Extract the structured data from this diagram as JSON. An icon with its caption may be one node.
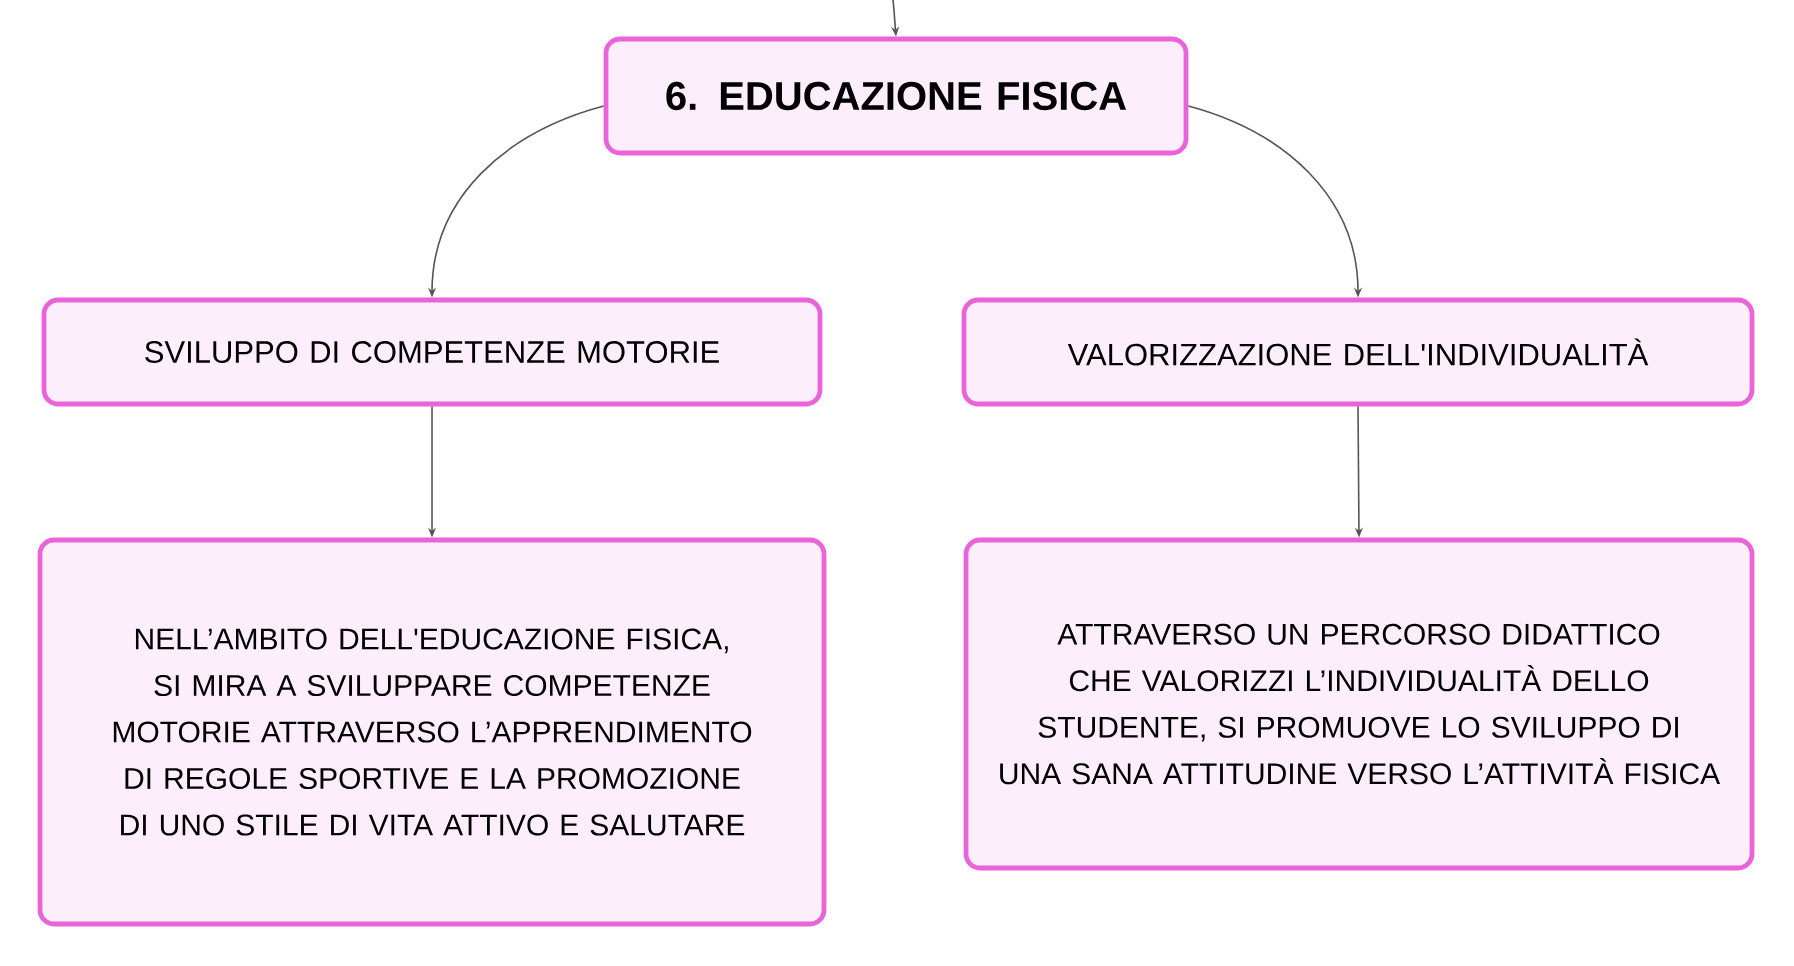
{
  "diagram": {
    "nodes": [
      {
        "text": [
          "6. EDUCAZIONE FISICA"
        ]
      },
      {
        "text": [
          "SVILUPPO DI COMPETENZE MOTORIE"
        ]
      },
      {
        "text": [
          "VALORIZZAZIONE DELL'INDIVIDUALITÀ"
        ]
      },
      {
        "text": [
          "NELL’AMBITO DELL'EDUCAZIONE FISICA, SI MIRA A SVILUPPARE COMPETENZE MOTORIE ATTRAVERSO L’APPRENDIMENTO DI REGOLE SPORTIVE E LA PROMOZIONE DI UNO STILE DI VITA ATTIVO E SALUTARE"
        ]
      },
      {
        "text": [
          "ATTRAVERSO UN PERCORSO DIDATTICO CHE VALORIZZI L’INDIVIDUALITÀ DELLO STUDENTE, SI PROMUOVE LO SVILUPPO DI UNA SANA ATTITUDINE VERSO L’ATTIVITÀ FISICA"
        ]
      }
    ],
    "edges": [
      {
        "from": null,
        "to": 0,
        "arrow": "to"
      },
      {
        "from": 0,
        "to": 1,
        "arrow": "to"
      },
      {
        "from": 0,
        "to": 2,
        "arrow": "to"
      },
      {
        "from": 1,
        "to": 3,
        "arrow": "to"
      },
      {
        "from": 2,
        "to": 4,
        "arrow": "to"
      }
    ]
  }
}
